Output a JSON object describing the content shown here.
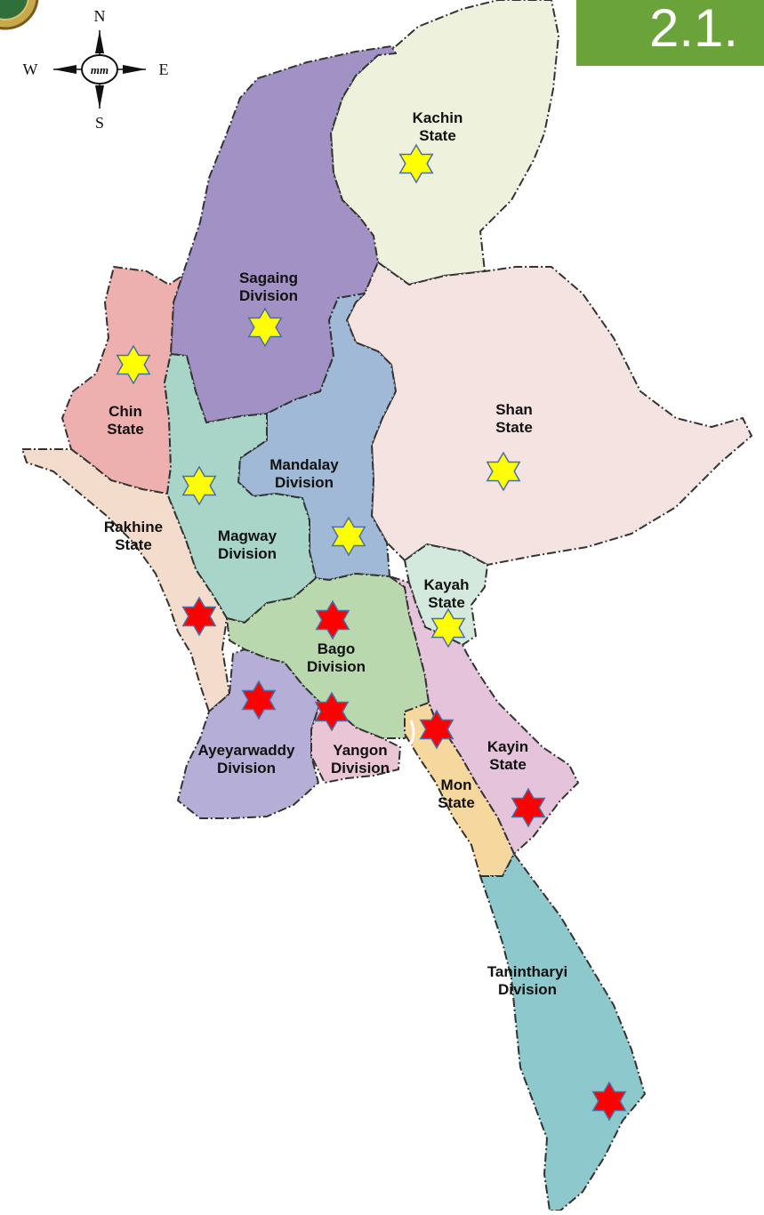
{
  "banner": {
    "text": "2.1.",
    "color": "#6aa33a"
  },
  "compass": {
    "north": "N",
    "south": "S",
    "east": "E",
    "west": "W",
    "logo_text": "mm"
  },
  "colors": {
    "border": "#333333",
    "kachin": "#eef2dc",
    "sagaing": "#a291c4",
    "shan": "#f4e3e0",
    "chin": "#eeb0ae",
    "magway": "#a9d5c8",
    "mandalay": "#9fb9d6",
    "rakhine": "#f3dccc",
    "bago": "#b9d8ad",
    "kayah": "#d3e9dd",
    "kayin": "#e5c3db",
    "ayeyarwady": "#b5aed6",
    "yangon": "#eac5d4",
    "mon": "#f6d79e",
    "tanintharyi": "#8cc8cc",
    "star_yellow": "#ffff00",
    "star_red": "#ff0000",
    "star_stroke": "#4a6fa8"
  },
  "regions": [
    {
      "key": "kachin",
      "lines": [
        "Kachin",
        "State"
      ]
    },
    {
      "key": "sagaing",
      "lines": [
        "Sagaing",
        "Division"
      ]
    },
    {
      "key": "chin",
      "lines": [
        "Chin",
        "State"
      ]
    },
    {
      "key": "shan",
      "lines": [
        "Shan",
        "State"
      ]
    },
    {
      "key": "mandalay",
      "lines": [
        "Mandalay",
        "Division"
      ]
    },
    {
      "key": "rakhine",
      "lines": [
        "Rakhine",
        "State"
      ]
    },
    {
      "key": "magway",
      "lines": [
        "Magway",
        "Division"
      ]
    },
    {
      "key": "kayah",
      "lines": [
        "Kayah",
        "State"
      ]
    },
    {
      "key": "bago",
      "lines": [
        "Bago",
        "Division"
      ]
    },
    {
      "key": "ayeyarwady",
      "lines": [
        "Ayeyarwaddy",
        "Division"
      ]
    },
    {
      "key": "yangon",
      "lines": [
        "Yangon",
        "Division"
      ]
    },
    {
      "key": "kayin",
      "lines": [
        "Kayin",
        "State"
      ]
    },
    {
      "key": "mon",
      "lines": [
        "Mon",
        "State"
      ]
    },
    {
      "key": "tanintharyi",
      "lines": [
        "Tanintharyi",
        "Division"
      ]
    }
  ],
  "markers": [
    {
      "region": "kachin",
      "color": "yellow"
    },
    {
      "region": "sagaing",
      "color": "yellow"
    },
    {
      "region": "chin",
      "color": "yellow"
    },
    {
      "region": "magway",
      "color": "yellow"
    },
    {
      "region": "mandalay",
      "color": "yellow"
    },
    {
      "region": "shan",
      "color": "yellow"
    },
    {
      "region": "kayah",
      "color": "yellow"
    },
    {
      "region": "rakhine",
      "color": "red"
    },
    {
      "region": "bago",
      "color": "red"
    },
    {
      "region": "ayeyarwady",
      "color": "red"
    },
    {
      "region": "yangon",
      "color": "red"
    },
    {
      "region": "mon",
      "color": "red"
    },
    {
      "region": "kayin",
      "color": "red"
    },
    {
      "region": "tanintharyi",
      "color": "red"
    }
  ]
}
